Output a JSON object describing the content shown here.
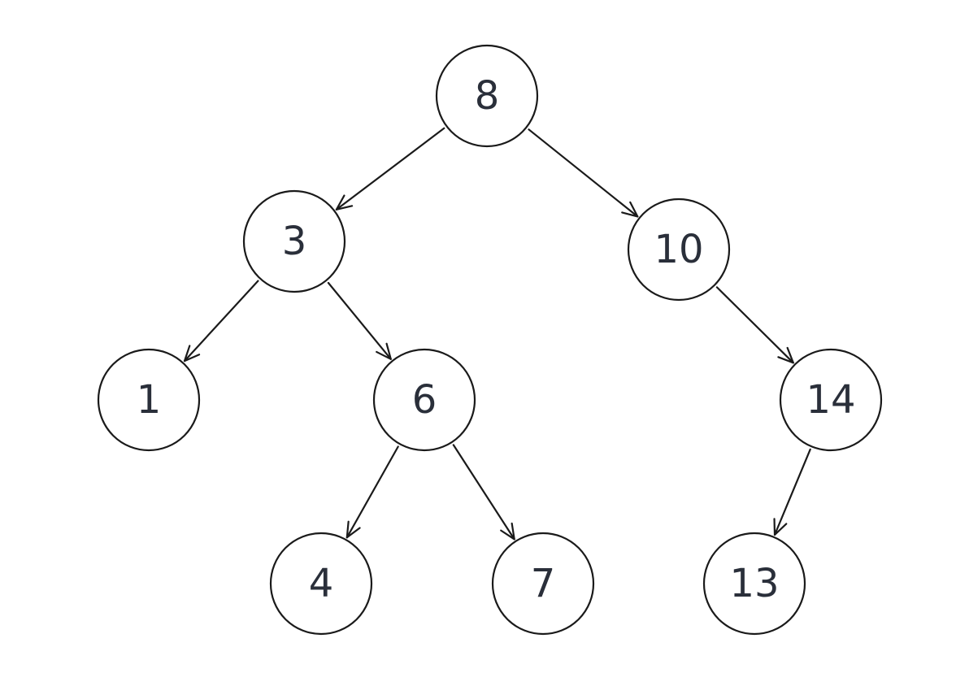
{
  "tree": {
    "nodes": [
      {
        "id": "n8",
        "label": "8"
      },
      {
        "id": "n3",
        "label": "3"
      },
      {
        "id": "n10",
        "label": "10"
      },
      {
        "id": "n1",
        "label": "1"
      },
      {
        "id": "n6",
        "label": "6"
      },
      {
        "id": "n14",
        "label": "14"
      },
      {
        "id": "n4",
        "label": "4"
      },
      {
        "id": "n7",
        "label": "7"
      },
      {
        "id": "n13",
        "label": "13"
      }
    ],
    "edges": [
      {
        "from": "n8",
        "to": "n3"
      },
      {
        "from": "n8",
        "to": "n10"
      },
      {
        "from": "n3",
        "to": "n1"
      },
      {
        "from": "n3",
        "to": "n6"
      },
      {
        "from": "n10",
        "to": "n14"
      },
      {
        "from": "n6",
        "to": "n4"
      },
      {
        "from": "n6",
        "to": "n7"
      },
      {
        "from": "n14",
        "to": "n13"
      }
    ]
  }
}
